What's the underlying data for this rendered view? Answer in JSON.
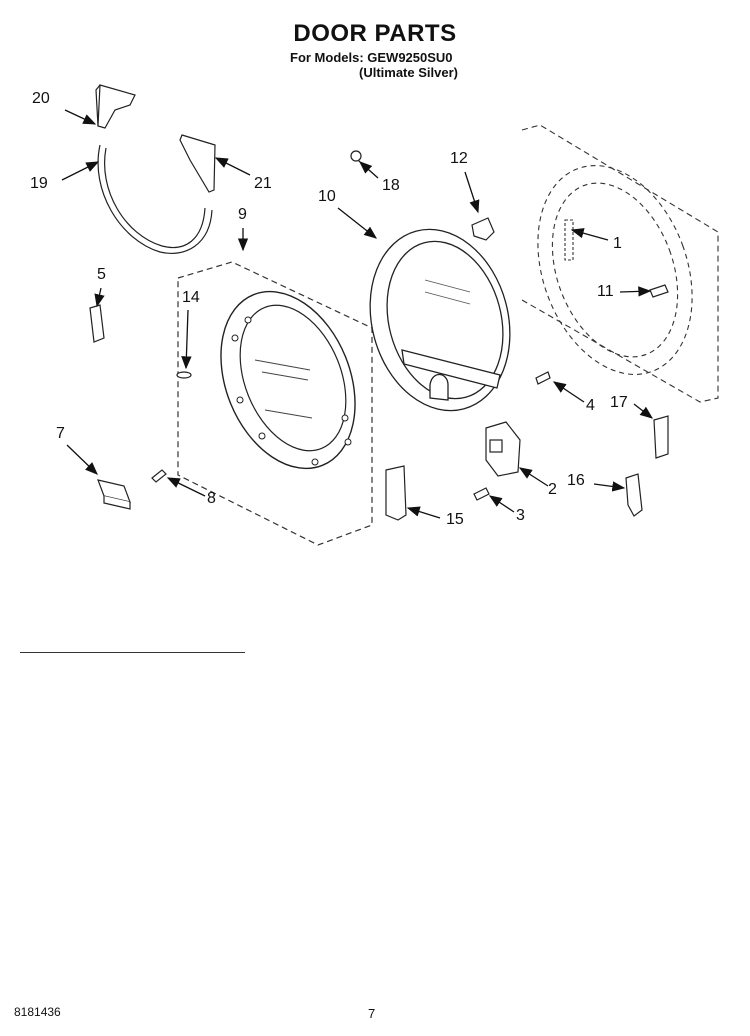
{
  "page": {
    "title": "DOOR PARTS",
    "models_line1": "For Models: GEW9250SU0",
    "models_line2": "(Ultimate Silver)",
    "doc_number": "8181436",
    "page_number": "7"
  },
  "callouts": [
    {
      "id": "1",
      "text": "1"
    },
    {
      "id": "2",
      "text": "2"
    },
    {
      "id": "3",
      "text": "3"
    },
    {
      "id": "4",
      "text": "4"
    },
    {
      "id": "5",
      "text": "5"
    },
    {
      "id": "7",
      "text": "7"
    },
    {
      "id": "8",
      "text": "8"
    },
    {
      "id": "9",
      "text": "9"
    },
    {
      "id": "10",
      "text": "10"
    },
    {
      "id": "11",
      "text": "11"
    },
    {
      "id": "12",
      "text": "12"
    },
    {
      "id": "14",
      "text": "14"
    },
    {
      "id": "15",
      "text": "15"
    },
    {
      "id": "16",
      "text": "16"
    },
    {
      "id": "17",
      "text": "17"
    },
    {
      "id": "18",
      "text": "18"
    },
    {
      "id": "19",
      "text": "19"
    },
    {
      "id": "20",
      "text": "20"
    },
    {
      "id": "21",
      "text": "21"
    }
  ]
}
